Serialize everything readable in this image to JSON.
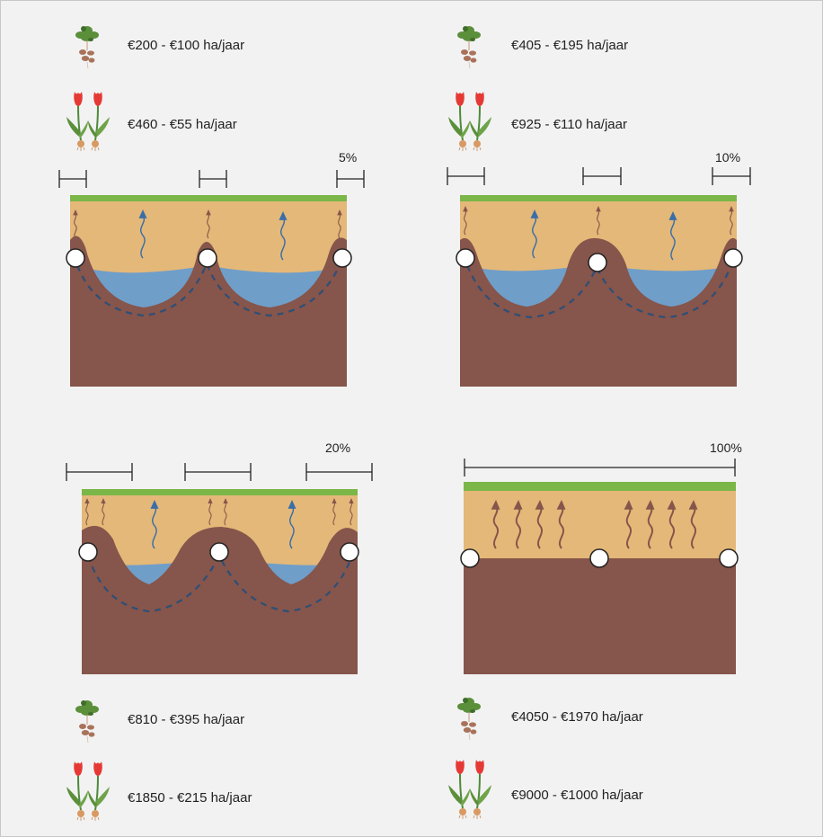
{
  "colors": {
    "background": "#f2f2f2",
    "grass": "#7ab648",
    "sand": "#e4b878",
    "soil": "#86554b",
    "water": "#6f9ec9",
    "dashed_line": "#2d4f78",
    "arrow_brown": "#86554b",
    "arrow_blue": "#3a6ea8"
  },
  "icons": {
    "crop": "potato-plant-icon",
    "flower": "tulip-icon"
  },
  "scenarios": [
    {
      "percentage": "5%",
      "crop_price": "€200 - €100 ha/jaar",
      "flower_price": "€460 - €55 ha/jaar"
    },
    {
      "percentage": "10%",
      "crop_price": "€405 - €195 ha/jaar",
      "flower_price": "€925 - €110 ha/jaar"
    },
    {
      "percentage": "20%",
      "crop_price": "€810 - €395 ha/jaar",
      "flower_price": "€1850 - €215 ha/jaar"
    },
    {
      "percentage": "100%",
      "crop_price": "€4050 - €1970 ha/jaar",
      "flower_price": "€9000 - €1000 ha/jaar"
    }
  ]
}
